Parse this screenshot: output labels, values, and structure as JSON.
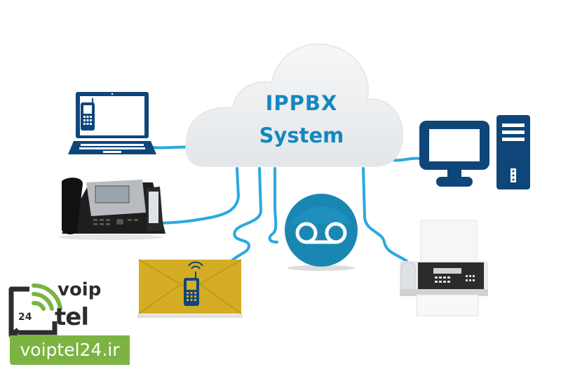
{
  "diagram": {
    "title": "IPPBX System",
    "cloud": {
      "line1": "IPPBX",
      "line2": "System",
      "text_color": "#1487c0",
      "fill": "#eef0f2"
    },
    "wire_color": "#29a9e1",
    "nodes": [
      {
        "id": "laptop",
        "label": "laptop-with-softphone",
        "icon": "laptop-icon"
      },
      {
        "id": "desktop",
        "label": "desktop-computer",
        "icon": "desktop-computer-icon"
      },
      {
        "id": "ip-phone",
        "label": "ip-desk-phone",
        "icon": "ip-phone-icon"
      },
      {
        "id": "voicemail",
        "label": "voicemail",
        "icon": "voicemail-icon"
      },
      {
        "id": "sms-mail",
        "label": "message-envelope-with-mobile",
        "icon": "envelope-mobile-icon"
      },
      {
        "id": "fax",
        "label": "fax-machine",
        "icon": "fax-icon"
      }
    ],
    "colors": {
      "device_blue": "#0f4679",
      "voicemail_circle": "#1a87b3",
      "envelope": "#d4ad24"
    }
  },
  "watermark": {
    "word1": "voip",
    "word2": "tel",
    "number": "24",
    "badge_text": "voiptel24.ir",
    "badge_color": "#7cb342",
    "signal_color": "#7cb342"
  }
}
